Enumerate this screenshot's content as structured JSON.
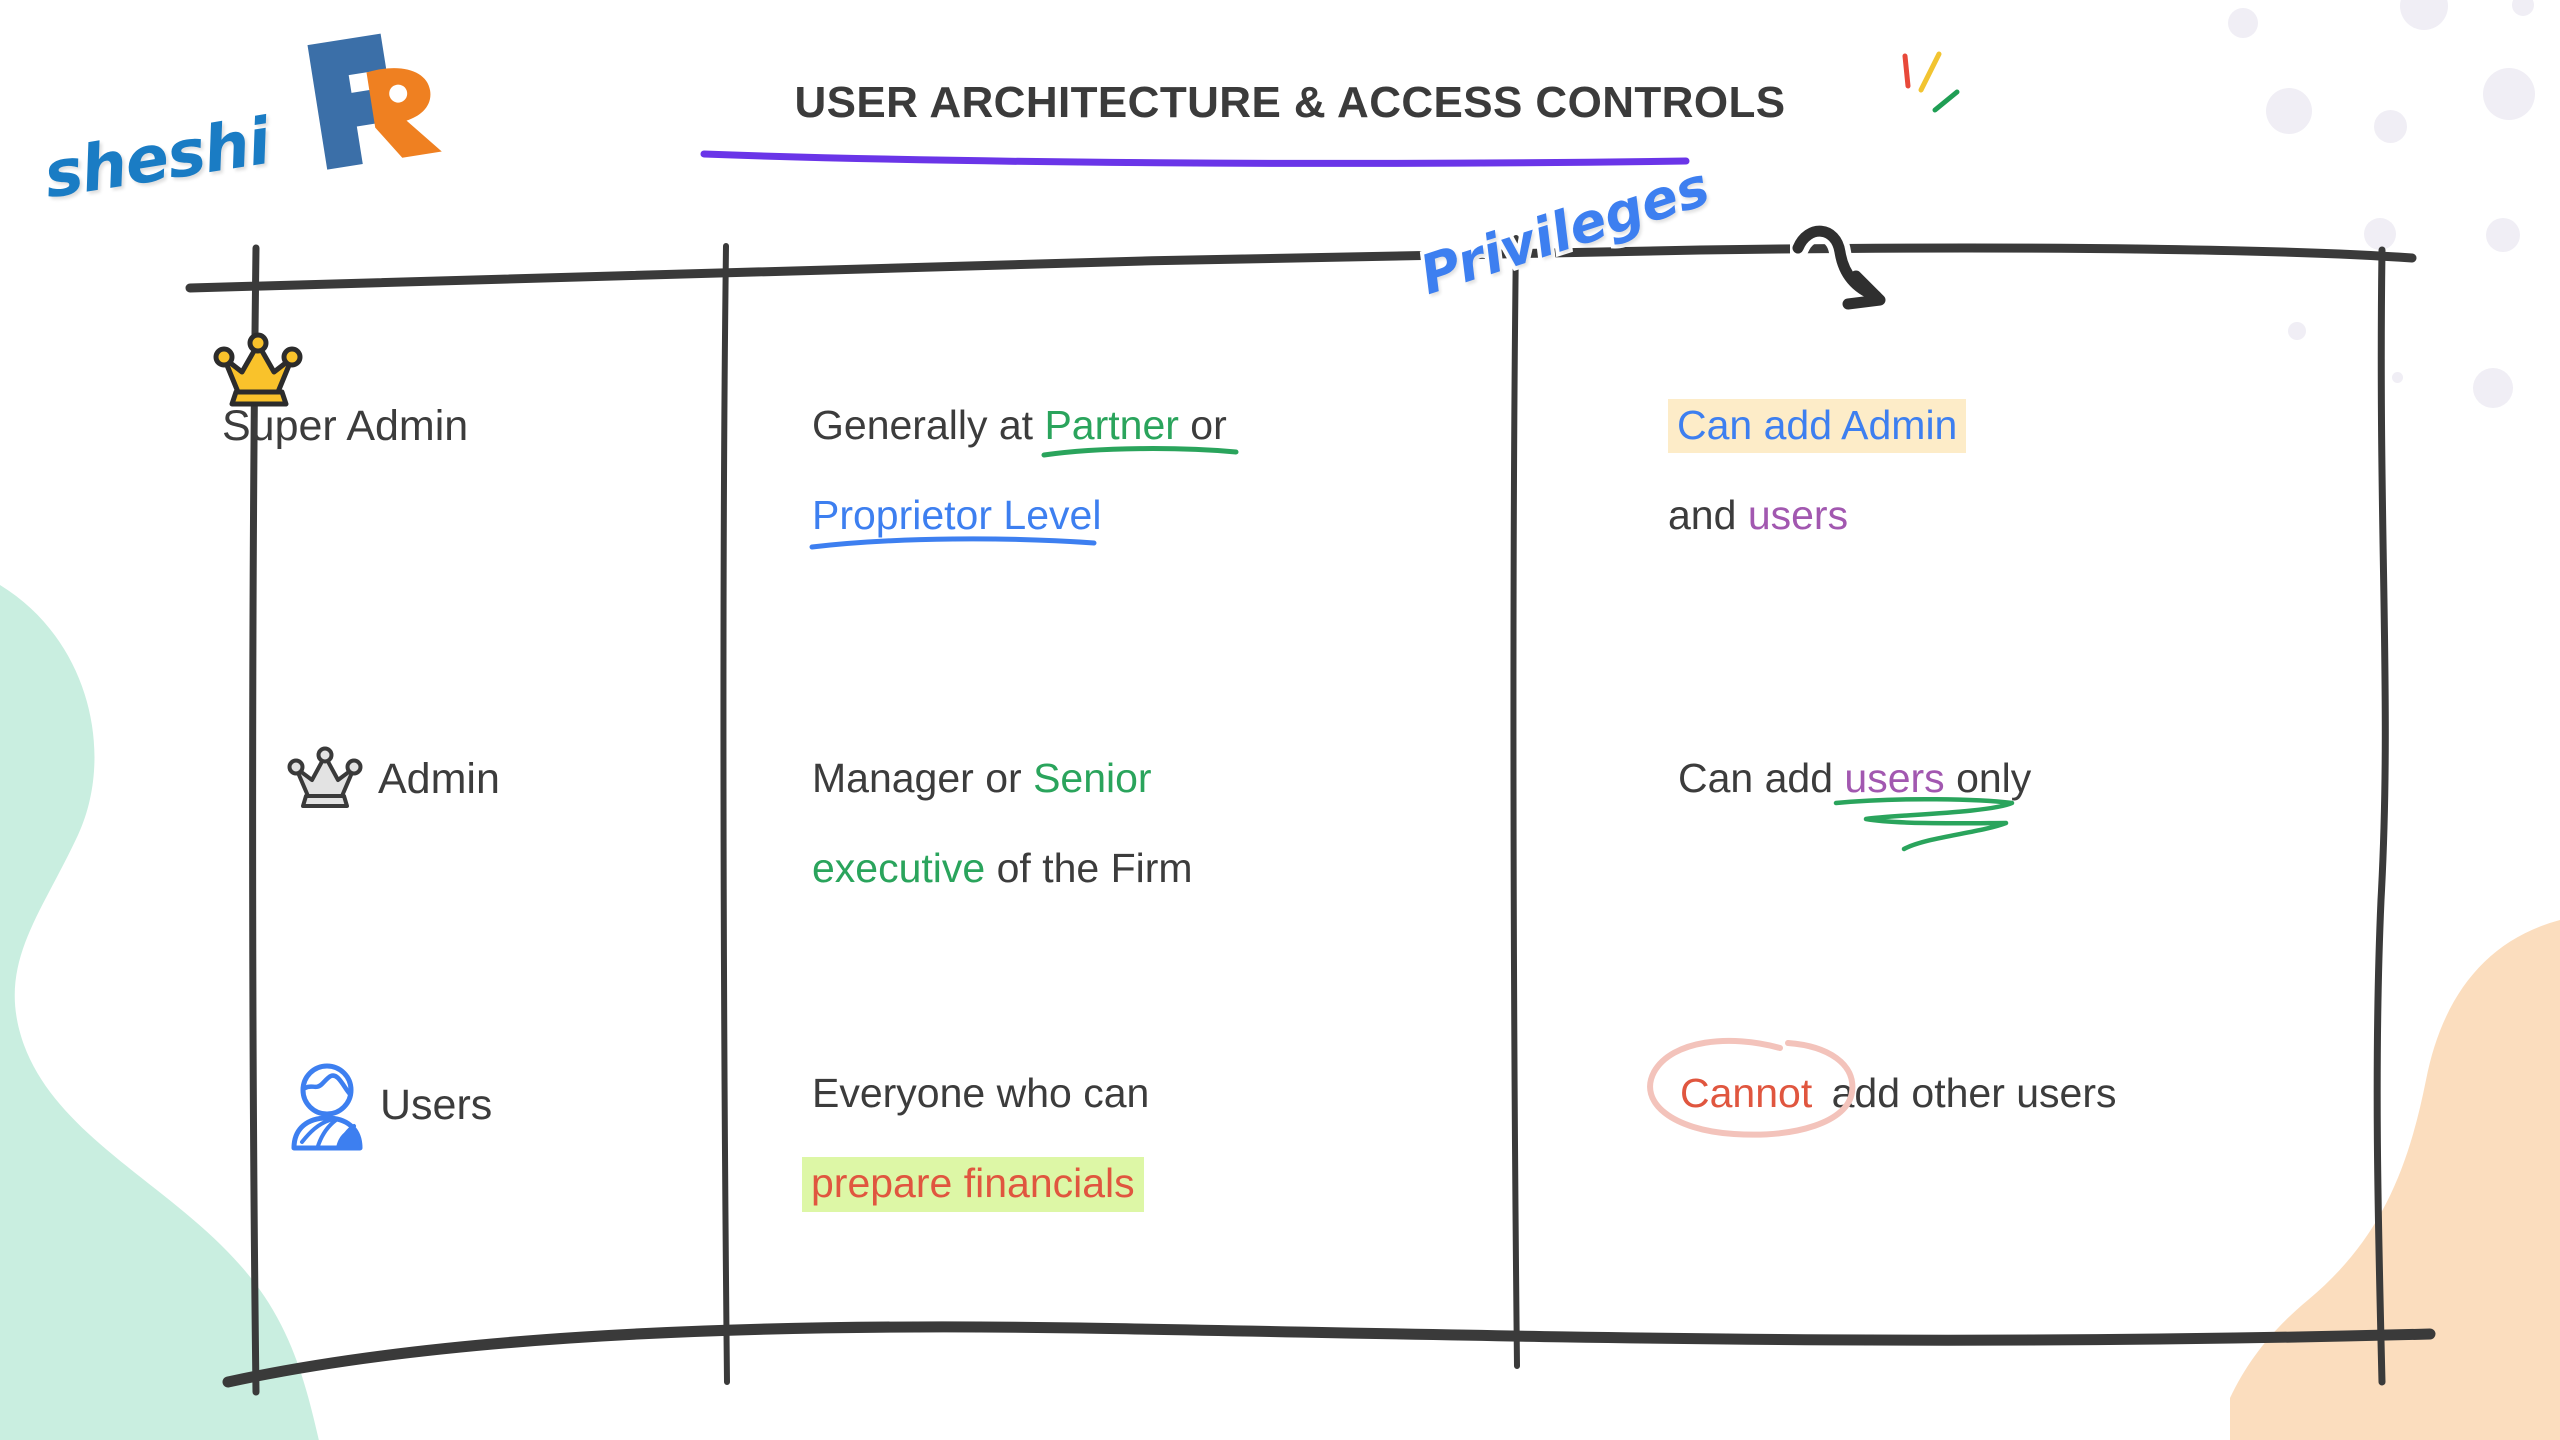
{
  "brand": {
    "logo_text": "sheshi",
    "logo_mark": "FR",
    "logo_mark_letters": [
      "F",
      "R"
    ]
  },
  "header": {
    "title": "USER ARCHITECTURE & ACCESS CONTROLS",
    "underline_color": "#6a35e8",
    "sparkle_colors": [
      "#e8493a",
      "#f2c431",
      "#1f9e54"
    ]
  },
  "annotations": {
    "privileges_label": "Privileges",
    "privileges_label_color": "#3d7ff0",
    "arrow_color": "#2f2f2f"
  },
  "colors": {
    "ink": "#3c3c3c",
    "green": "#2aa45c",
    "blue": "#3d7ff0",
    "purple": "#a258b0",
    "red": "#e0563f",
    "highlight_cream": "#fdecc8",
    "highlight_green": "#ddf7a6",
    "circle_pink": "#f3c3bb",
    "blob_teal": "#c9eee0",
    "blob_peach": "#fbddbe",
    "dot_gray": "#f0eef5"
  },
  "table": {
    "rows": [
      {
        "role": "Super Admin",
        "role_icon": "gold-crown-icon",
        "description": {
          "line1": [
            {
              "text": "Generally at ",
              "style": "dark"
            },
            {
              "text": "Partner",
              "style": "green",
              "underline": "green"
            },
            {
              "text": " or",
              "style": "dark"
            }
          ],
          "line2": [
            {
              "text": "Proprietor Level",
              "style": "blue",
              "underline": "blue"
            }
          ]
        },
        "privileges": {
          "line1": [
            {
              "text": "Can add Admin",
              "style": "blue",
              "highlight": "cream"
            }
          ],
          "line2": [
            {
              "text": "and ",
              "style": "dark"
            },
            {
              "text": "users",
              "style": "purple"
            }
          ]
        }
      },
      {
        "role": "Admin",
        "role_icon": "silver-crown-icon",
        "description": {
          "line1": [
            {
              "text": "Manager or ",
              "style": "dark"
            },
            {
              "text": "Senior",
              "style": "green"
            }
          ],
          "line2": [
            {
              "text": "executive",
              "style": "green"
            },
            {
              "text": " of the Firm",
              "style": "dark"
            }
          ]
        },
        "privileges": {
          "line1": [
            {
              "text": "Can add ",
              "style": "dark"
            },
            {
              "text": "users",
              "style": "purple",
              "scribble": "green"
            },
            {
              "text": " only",
              "style": "dark"
            }
          ],
          "line2": []
        }
      },
      {
        "role": "Users",
        "role_icon": "user-avatar-icon",
        "description": {
          "line1": [
            {
              "text": "Everyone who can",
              "style": "dark"
            }
          ],
          "line2": [
            {
              "text": "prepare financials",
              "style": "red",
              "highlight": "green"
            }
          ]
        },
        "privileges": {
          "line1": [
            {
              "text": "Cannot",
              "style": "red",
              "circled": true
            },
            {
              "text": " add other users",
              "style": "dark"
            }
          ],
          "line2": []
        }
      }
    ]
  }
}
